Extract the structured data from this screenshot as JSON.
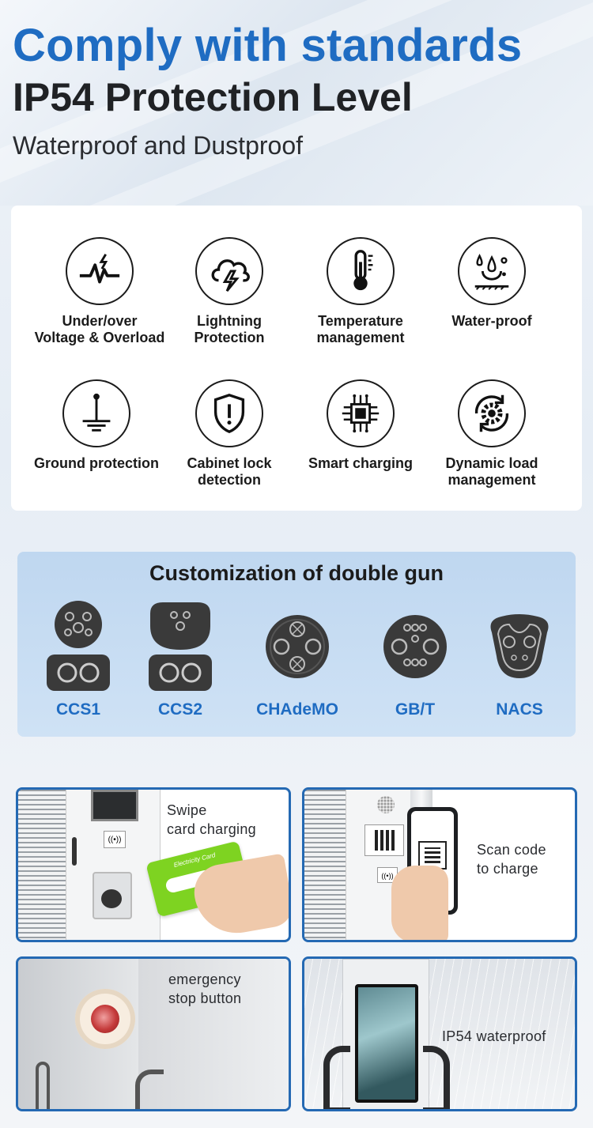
{
  "header": {
    "headline": "Comply with standards",
    "subheadline": "IP54 Protection Level",
    "tagline": "Waterproof and Dustproof"
  },
  "features": [
    {
      "icon": "voltage-wave-icon",
      "line1": "Under/over",
      "line2": "Voltage & Overload"
    },
    {
      "icon": "lightning-cloud-icon",
      "line1": "Lightning",
      "line2": "Protection"
    },
    {
      "icon": "thermometer-icon",
      "line1": "Temperature",
      "line2": "management"
    },
    {
      "icon": "water-drops-icon",
      "line1": "Water-proof",
      "line2": ""
    },
    {
      "icon": "ground-symbol-icon",
      "line1": "Ground protection",
      "line2": ""
    },
    {
      "icon": "shield-alert-icon",
      "line1": "Cabinet lock",
      "line2": "detection"
    },
    {
      "icon": "chip-icon",
      "line1": "Smart charging",
      "line2": ""
    },
    {
      "icon": "gear-cycle-icon",
      "line1": "Dynamic load",
      "line2": "management"
    }
  ],
  "guns": {
    "title": "Customization of double gun",
    "items": [
      {
        "icon": "ccs1-connector-icon",
        "label": "CCS1"
      },
      {
        "icon": "ccs2-connector-icon",
        "label": "CCS2"
      },
      {
        "icon": "chademo-connector-icon",
        "label": "CHAdeMO"
      },
      {
        "icon": "gbt-connector-icon",
        "label": "GB/T"
      },
      {
        "icon": "nacs-connector-icon",
        "label": "NACS"
      }
    ]
  },
  "photos": [
    {
      "line1": "Swipe",
      "line2": "card charging",
      "card_text": "Electricity Card"
    },
    {
      "line1": "Scan code",
      "line2": "to charge"
    },
    {
      "line1": "emergency",
      "line2": "stop button"
    },
    {
      "line1": "IP54 waterproof",
      "line2": ""
    }
  ],
  "colors": {
    "brand_blue": "#1f6cc2",
    "card_border": "#2469b3",
    "card_green": "#7ed321"
  }
}
